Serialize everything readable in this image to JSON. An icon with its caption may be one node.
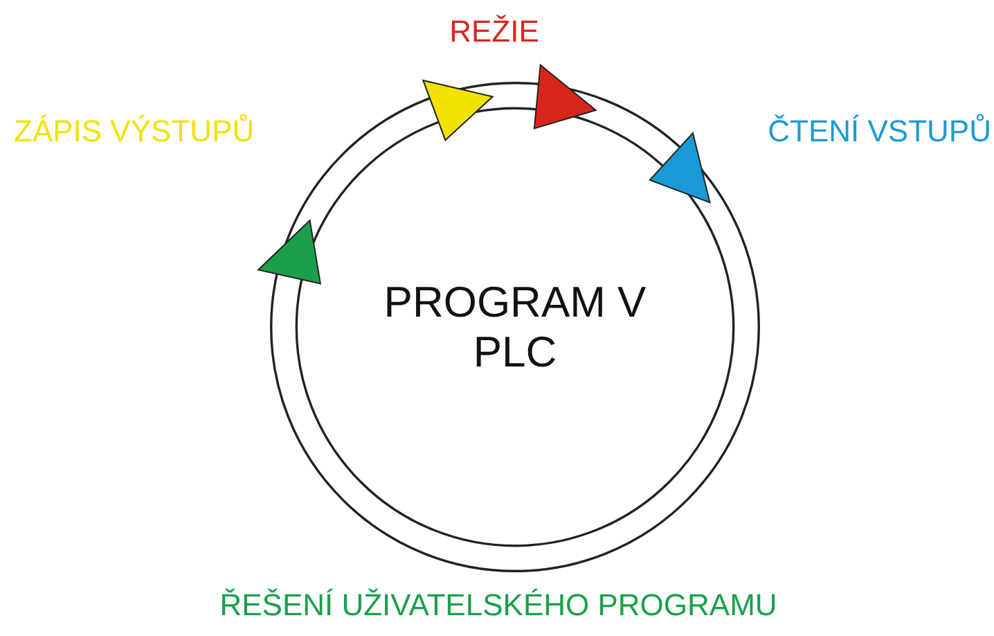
{
  "diagram": {
    "nodes": [
      {
        "text": [
          "PROGRAM V PLC"
        ]
      }
    ],
    "labels": [
      "REŽIE",
      "ZÁPIS VÝSTUPŮ",
      "ČTENÍ VSTUPŮ",
      "ŘEŠENÍ UŽIVATELSKÉHO PROGRAMU"
    ]
  }
}
